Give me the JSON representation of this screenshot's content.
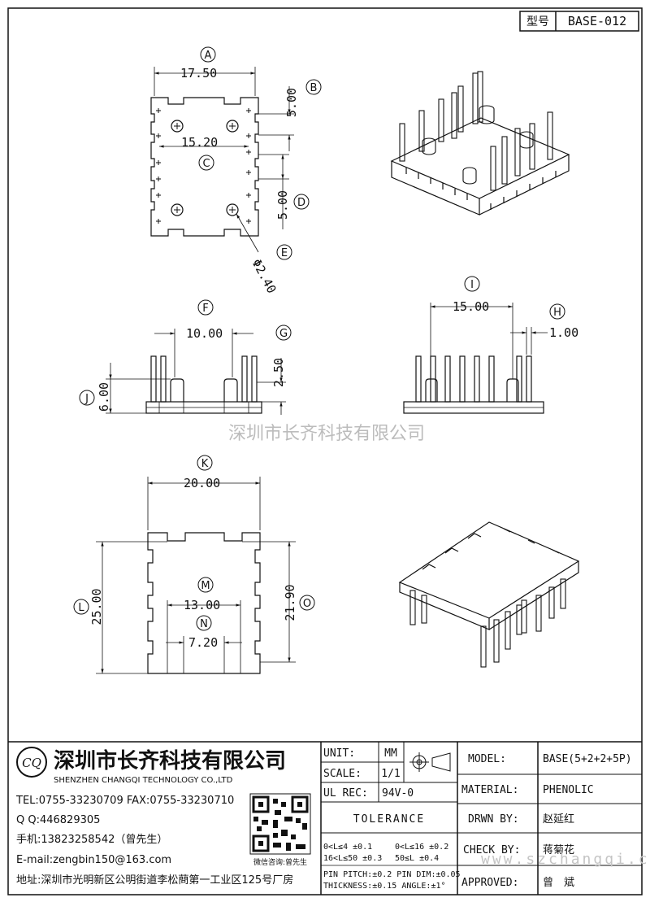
{
  "header": {
    "type_label": "型号",
    "model_code": "BASE-012"
  },
  "views": {
    "top": {
      "dim_width": "17.50",
      "dim_inner": "15.20",
      "dim_b": "5.00",
      "dim_d": "5.00",
      "dim_dia": "Φ2.40",
      "callouts": [
        "A",
        "B",
        "C",
        "D",
        "E"
      ]
    },
    "front": {
      "dim_f": "10.00",
      "dim_g": "2.50",
      "dim_j": "6.00",
      "callouts": [
        "F",
        "G",
        "J"
      ]
    },
    "side": {
      "dim_i": "15.00",
      "dim_h": "1.00",
      "callouts": [
        "I",
        "H"
      ]
    },
    "bottom": {
      "dim_k": "20.00",
      "dim_l": "25.00",
      "dim_m": "13.00",
      "dim_n": "7.20",
      "dim_o": "21.90",
      "callouts": [
        "K",
        "L",
        "M",
        "N",
        "O"
      ]
    }
  },
  "watermark": "深圳市长齐科技有限公司",
  "titleblock": {
    "company_cn": "深圳市长齐科技有限公司",
    "company_en": "SHENZHEN CHANGQI TECHNOLOGY CO.,LTD",
    "logo_text": "CQ",
    "tel": "TEL:0755-33230709  FAX:0755-33230710",
    "qq": "Q Q:446829305",
    "mobile": "手机:13823258542（曾先生）",
    "email": "E-mail:zengbin150@163.com",
    "address": "地址:深圳市光明新区公明街道李松蔄第一工业区125号厂房",
    "wechat": "微信咨询:曾先生",
    "unit_label": "UNIT:",
    "unit_value": "MM",
    "scale_label": "SCALE:",
    "scale_value": "1/1",
    "ulrec_label": "UL REC:",
    "ulrec_value": "94V-0",
    "tolerance_label": "TOLERANCE",
    "tol_1": "0<L≤4  ±0.1",
    "tol_2": "0<L≤16  ±0.2",
    "tol_3": "16<L≤50 ±0.3",
    "tol_4": "50≤L   ±0.4",
    "tol_5": "PIN PITCH:±0.2 PIN  DIM:±0.05",
    "tol_6": "THICKNESS:±0.15    ANGLE:±1°",
    "model_label": "MODEL:",
    "model_value": "BASE(5+2+2+5P)",
    "material_label": "MATERIAL:",
    "material_value": "PHENOLIC",
    "drawn_label": "DRWN BY:",
    "drawn_value": "赵延红",
    "check_label": "CHECK BY:",
    "check_value": "蒋菊花",
    "approved_label": "APPROVED:",
    "approved_value": "曾　斌",
    "site": "www.szchangqi.cn"
  }
}
